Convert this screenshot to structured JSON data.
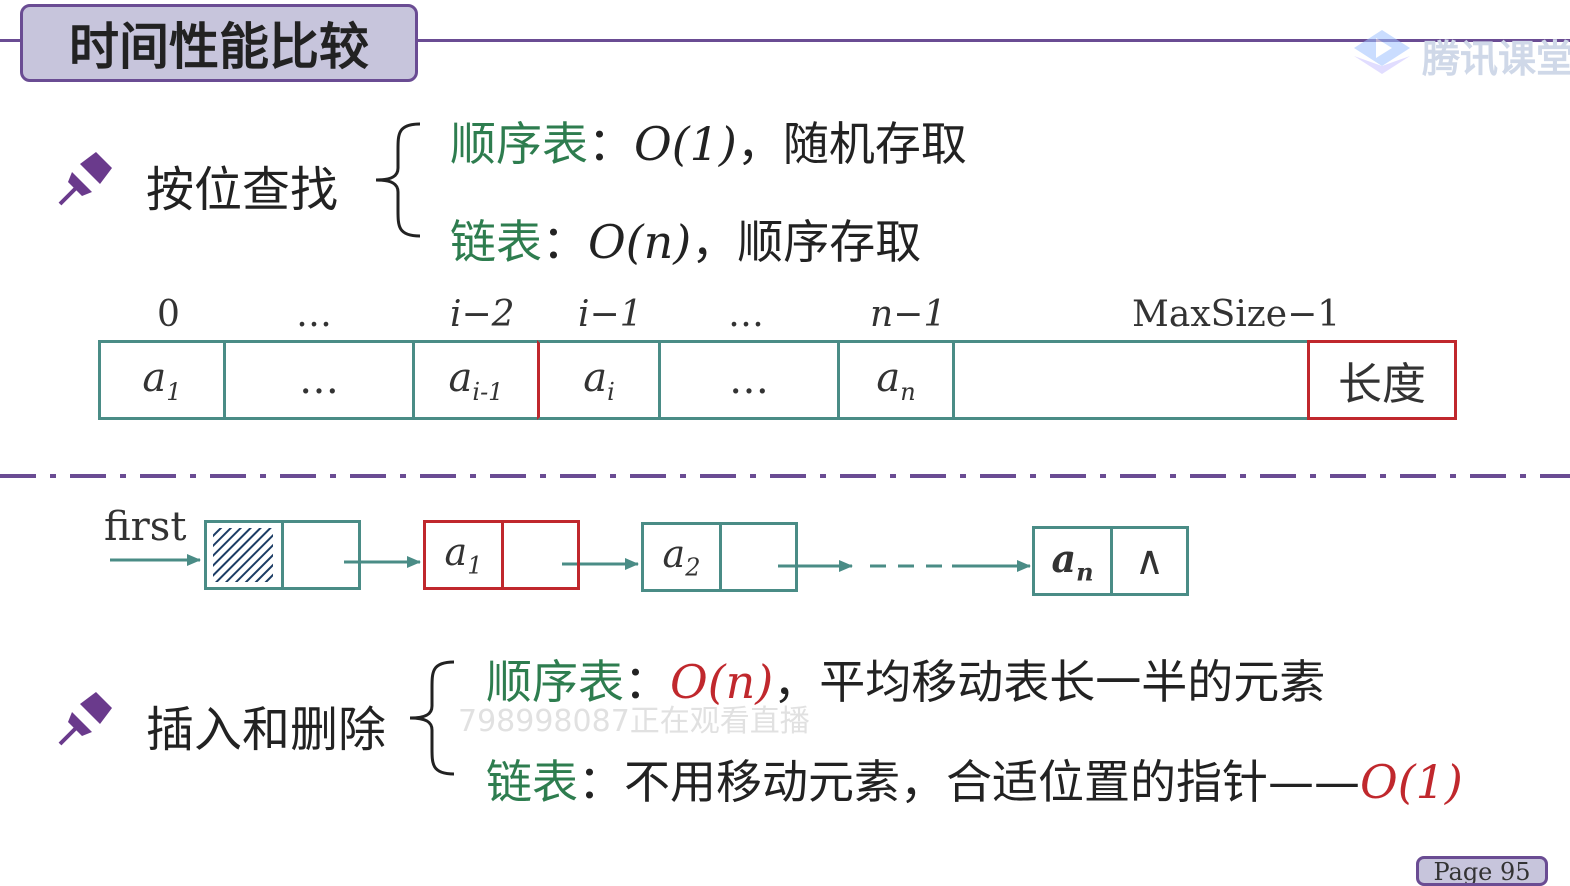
{
  "header": {
    "title": "时间性能比较"
  },
  "logo": {
    "text": "腾讯课堂"
  },
  "section1": {
    "label": "按位查找",
    "seq_name": "顺序表",
    "seq_sep": "：",
    "seq_complexity": "O(1)",
    "seq_desc": "，随机存取",
    "link_name": "链表",
    "link_sep": "：",
    "link_complexity": "O(n)",
    "link_desc": "，顺序存取"
  },
  "array": {
    "indices": [
      "0",
      "…",
      "i−2",
      "i−1",
      "…",
      "n−1",
      "MaxSize−1"
    ],
    "cells": [
      "a1",
      "…",
      "ai-1",
      "ai",
      "…",
      "an",
      "",
      "长度"
    ],
    "cell_main": [
      "a",
      "…",
      "a",
      "a",
      "…",
      "a",
      "",
      "长度"
    ],
    "cell_sub": [
      "1",
      "",
      "i-1",
      "i",
      "",
      "n",
      "",
      ""
    ]
  },
  "linked_list": {
    "head_label": "first",
    "nodes": [
      {
        "data_main": "a",
        "data_sub": "1"
      },
      {
        "data_main": "a",
        "data_sub": "2"
      },
      {
        "data_main": "a",
        "data_sub": "n"
      }
    ],
    "null_symbol": "∧"
  },
  "section2": {
    "label": "插入和删除",
    "seq_name": "顺序表",
    "seq_sep": "：",
    "seq_complexity": "O(n)",
    "seq_desc": "，平均移动表长一半的元素",
    "link_name": "链表",
    "link_sep": "：",
    "link_desc": "不用移动元素，合适位置的指针——",
    "link_complexity": "O(1)"
  },
  "watermark": "798998087正在观看直播",
  "footer": {
    "page": "Page 95"
  },
  "colors": {
    "accent": "#6a4c93",
    "title_bg": "#c7c5dc",
    "cell_border": "#4a8c86",
    "highlight": "#c0282d",
    "term_green": "#2e7d4f"
  }
}
